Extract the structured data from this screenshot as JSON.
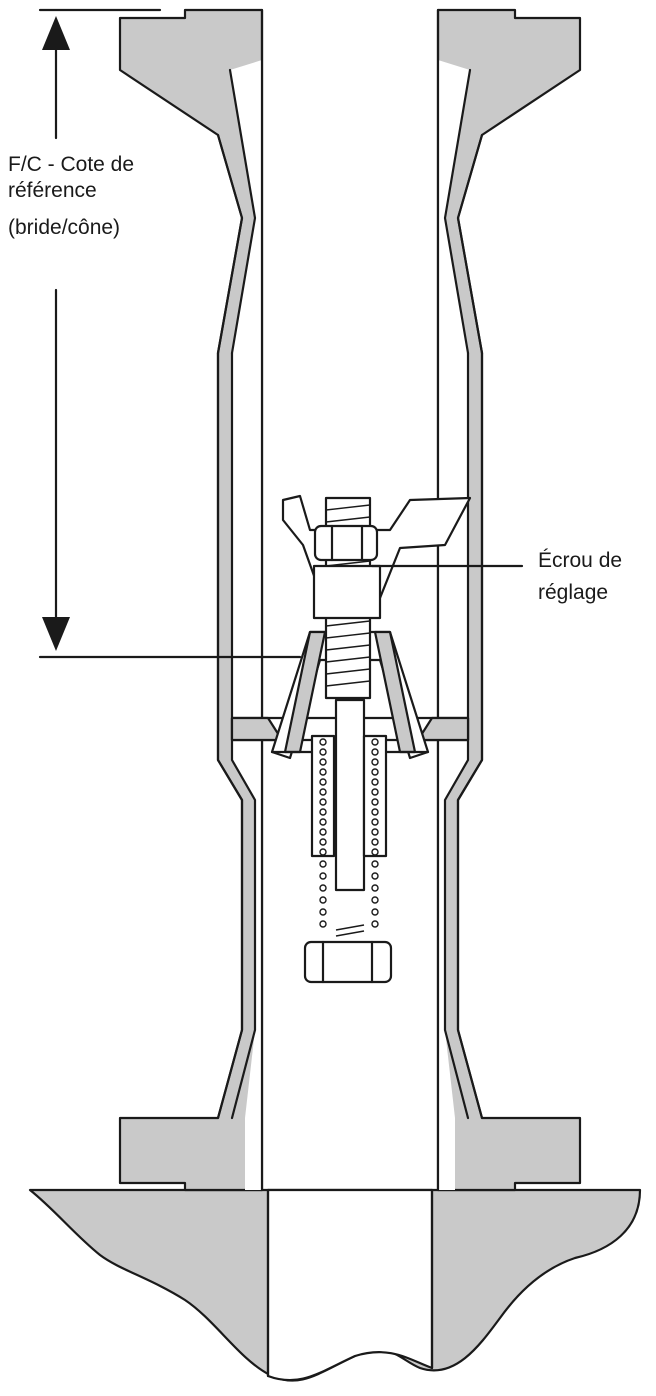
{
  "labels": {
    "reference": {
      "line1": "F/C - Cote de",
      "line2": "référence",
      "line3": "(bride/cône)"
    },
    "adjust_nut": {
      "line1": "Écrou de",
      "line2": "réglage"
    }
  },
  "colors": {
    "metal_fill": "#c9c9c9",
    "line": "#1a1a1a",
    "background": "#ffffff"
  }
}
